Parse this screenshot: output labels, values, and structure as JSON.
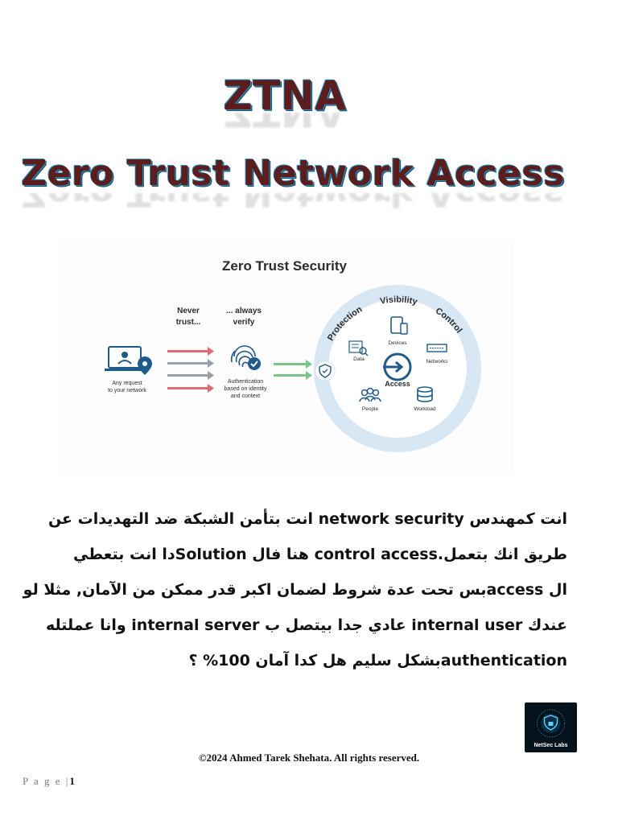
{
  "header": {
    "title": "ZTNA",
    "subtitle": "Zero Trust Network Access"
  },
  "figure": {
    "heading": "Zero Trust Security",
    "never_trust": [
      "Never",
      "trust..."
    ],
    "always_verify": [
      "... always",
      "verify"
    ],
    "request_caption": [
      "Any request",
      "to your network"
    ],
    "auth_caption": [
      "Authentication",
      "based on identity",
      "and context"
    ],
    "ring_labels": [
      "Protection",
      "Visibility",
      "Control"
    ],
    "center_label": "Access",
    "nodes": [
      "Devices",
      "Data",
      "Networks",
      "People",
      "Workload"
    ],
    "colors": {
      "red_arrow": "#e06a74",
      "gray_arrow": "#9aa0a6",
      "green_arrow": "#7cc48a",
      "ring": "#d7e7f3",
      "accent": "#1e5a8a"
    }
  },
  "body": {
    "lines": [
      "انت كمهندس network security انت بتأمن الشبكة ضد التهديدات عن",
      "طريق انك بتعمل.control access هنا فال Solutionدا انت بتعطي",
      "ال accessبس تحت عدة شروط لضمان اكبر قدر ممكن من الآمان, مثلا لو",
      "عندك internal user عادي جدا بيتصل ب internal server وانا عملتله",
      "authenticationبشكل سليم هل كدا آمان 100%  ؟"
    ]
  },
  "logo": {
    "text": "NetSec Labs",
    "icon": "shield-lock-icon"
  },
  "copyright": "©2024 Ahmed Tarek Shehata. All rights reserved.",
  "footer": {
    "page_label": "P a g e |",
    "page_number": "1"
  }
}
